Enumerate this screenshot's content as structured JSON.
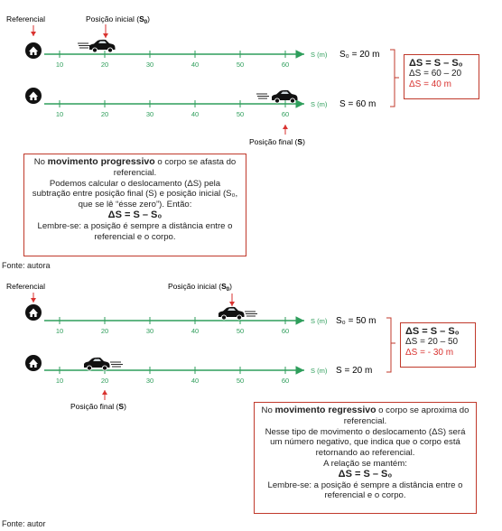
{
  "part1": {
    "referencial_label": "Referencial",
    "initial_label": "Posição inicial (",
    "initial_sym": "S",
    "initial_sub": "0",
    "final_label": "Posição final (",
    "final_sym": "S",
    "axis_label": "S (m)",
    "ticks": [
      "10",
      "20",
      "30",
      "40",
      "50",
      "60"
    ],
    "line1_value": "S₀ = 20 m",
    "line2_value": "S   = 60 m",
    "result": {
      "formula": "ΔS = S – S₀",
      "step": "ΔS = 60 – 20",
      "answer": "ΔS = 40 m"
    },
    "box": {
      "pre": "No ",
      "keyword": "movimento progressivo",
      "post": " o corpo se afasta do referencial.",
      "body": "Podemos calcular o deslocamento (ΔS) pela subtração entre posição final (S) e posição inicial (S₀, que se lê “ésse zero”). Então:",
      "formula": "ΔS = S – S₀",
      "footer": "Lembre-se: a posição é sempre a distância entre o referencial e o corpo."
    },
    "source": "Fonte: autora"
  },
  "part2": {
    "referencial_label": "Referencial",
    "initial_label": "Posição inicial (",
    "final_label": "Posição final (",
    "axis_label": "S (m)",
    "ticks": [
      "10",
      "20",
      "30",
      "40",
      "50",
      "60"
    ],
    "line1_value": "S₀ = 50 m",
    "line2_value": "S   = 20 m",
    "result": {
      "formula": "ΔS = S – S₀",
      "step": "ΔS = 20 – 50",
      "answer": "ΔS = - 30 m"
    },
    "box": {
      "pre": "No ",
      "keyword": "movimento regressivo",
      "post": " o corpo se aproxima do referencial.",
      "body": "Nesse tipo de movimento o deslocamento (ΔS) será um número negativo, que indica que o corpo está retornando ao referencial.",
      "relation": "A relação se mantém:",
      "formula": "ΔS = S – S₀",
      "footer": "Lembre-se: a posição é sempre a distância entre o referencial e o corpo."
    },
    "source": "Fonte: autor"
  },
  "colors": {
    "axis": "#2e9e5b",
    "frame": "#c0392b",
    "red_text": "#d9322f",
    "arrow": "#d9322f"
  },
  "icons": [
    "house-icon",
    "car-icon"
  ]
}
